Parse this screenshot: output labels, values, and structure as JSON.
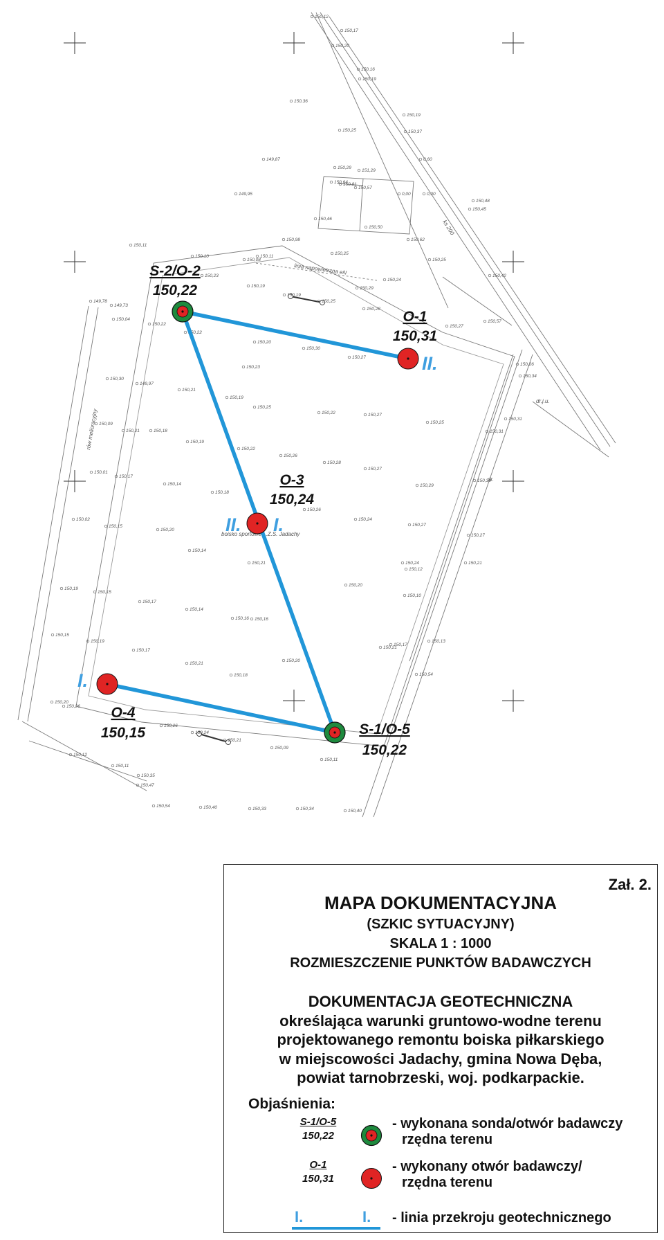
{
  "map": {
    "points": [
      {
        "id": "S-2/O-2",
        "elevation": "150,22",
        "kind": "sonda"
      },
      {
        "id": "O-1",
        "elevation": "150,31",
        "kind": "otwor"
      },
      {
        "id": "O-3",
        "elevation": "150,24",
        "kind": "otwor"
      },
      {
        "id": "O-4",
        "elevation": "150,15",
        "kind": "otwor"
      },
      {
        "id": "S-1/O-5",
        "elevation": "150,22",
        "kind": "sonda"
      }
    ],
    "section_labels": {
      "II": "II.",
      "I": "I."
    },
    "annotations": {
      "power_line": "linia napowietrzna eN",
      "ditch": "rów melioracyjny",
      "road_km": "ks 200",
      "road1": "dr.j.u.",
      "road2": "dr.",
      "field": "boisko sportowe L.Z.S. Jadachy"
    },
    "elevations": [
      "150,12",
      "150,17",
      "150,20",
      "150,16",
      "150,19",
      "150,19",
      "150,36",
      "150,25",
      "150,37",
      "149,87",
      "150,29",
      "151,29",
      "150,64",
      "150,57",
      "150,81",
      "0,00",
      "0,00",
      "0,60",
      "149,95",
      "150,46",
      "150,48",
      "150,45",
      "150,62",
      "150,98",
      "150,50",
      "150,25",
      "150,11",
      "150,10",
      "150,08",
      "150,11",
      "150,25",
      "150,23",
      "150,19",
      "150,24",
      "150,42",
      "150,29",
      "150,19",
      "150,25",
      "150,28",
      "149,78",
      "149,73",
      "150,04",
      "150,22",
      "150,22",
      "150,20",
      "150,30",
      "150,27",
      "150,27",
      "150,57",
      "150,23",
      "150,26",
      "150,34",
      "150,30",
      "149,97",
      "150,21",
      "150,19",
      "150,25",
      "150,22",
      "150,27",
      "150,25",
      "150,31",
      "150,09",
      "150,21",
      "150,18",
      "150,19",
      "150,22",
      "150,26",
      "150,28",
      "150,27",
      "150,31",
      "150,01",
      "150,17",
      "150,14",
      "150,18",
      "150,29",
      "150,30",
      "150,02",
      "150,15",
      "150,20",
      "150,26",
      "150,24",
      "150,27",
      "150,27",
      "150,14",
      "150,21",
      "150,20",
      "150,24",
      "150,21",
      "150,19",
      "150,15",
      "150,17",
      "150,14",
      "150,16",
      "150,10",
      "150,12",
      "150,16",
      "150,15",
      "150,19",
      "150,17",
      "150,21",
      "150,18",
      "150,20",
      "150,21",
      "150,54",
      "150,13",
      "150,17",
      "150,20",
      "150,26",
      "150,26",
      "150,24",
      "150,21",
      "150,09",
      "150,11",
      "150,12",
      "150,11",
      "150,35",
      "150,47",
      "150,54",
      "150,40",
      "150,33",
      "150,34",
      "150,40"
    ]
  },
  "legend": {
    "attachment": "Zał. 2.",
    "title": "MAPA DOKUMENTACYJNA",
    "subtitle": "(SZKIC SYTUACYJNY)",
    "scale": "SKALA 1 : 1000",
    "caption": "ROZMIESZCZENIE PUNKTÓW BADAWCZYCH",
    "doc_title": "DOKUMENTACJA GEOTECHNICZNA",
    "doc_lines": [
      "określająca warunki gruntowo-wodne terenu",
      "projektowanego remontu boiska piłkarskiego",
      "w miejscowości Jadachy, gmina Nowa Dęba,",
      "powiat tarnobrzeski, woj. podkarpackie."
    ],
    "explanations_label": "Objaśnienia:",
    "items": [
      {
        "label_top": "S-1/O-5",
        "label_bottom": "150,22",
        "desc1": "- wykonana sonda/otwór badawczy",
        "desc2": "rzędna terenu"
      },
      {
        "label_top": "O-1",
        "label_bottom": "150,31",
        "desc1": "- wykonany otwór badawczy/",
        "desc2": "rzędna terenu"
      }
    ],
    "section_line": {
      "left": "I.",
      "right": "I.",
      "desc": "- linia przekroju geotechnicznego"
    }
  },
  "colors": {
    "section_line": "#2196d8",
    "section_label": "#3f9fe0",
    "marker_red": "#e02424",
    "marker_green": "#1e8a3e",
    "line_work": "#777777"
  }
}
